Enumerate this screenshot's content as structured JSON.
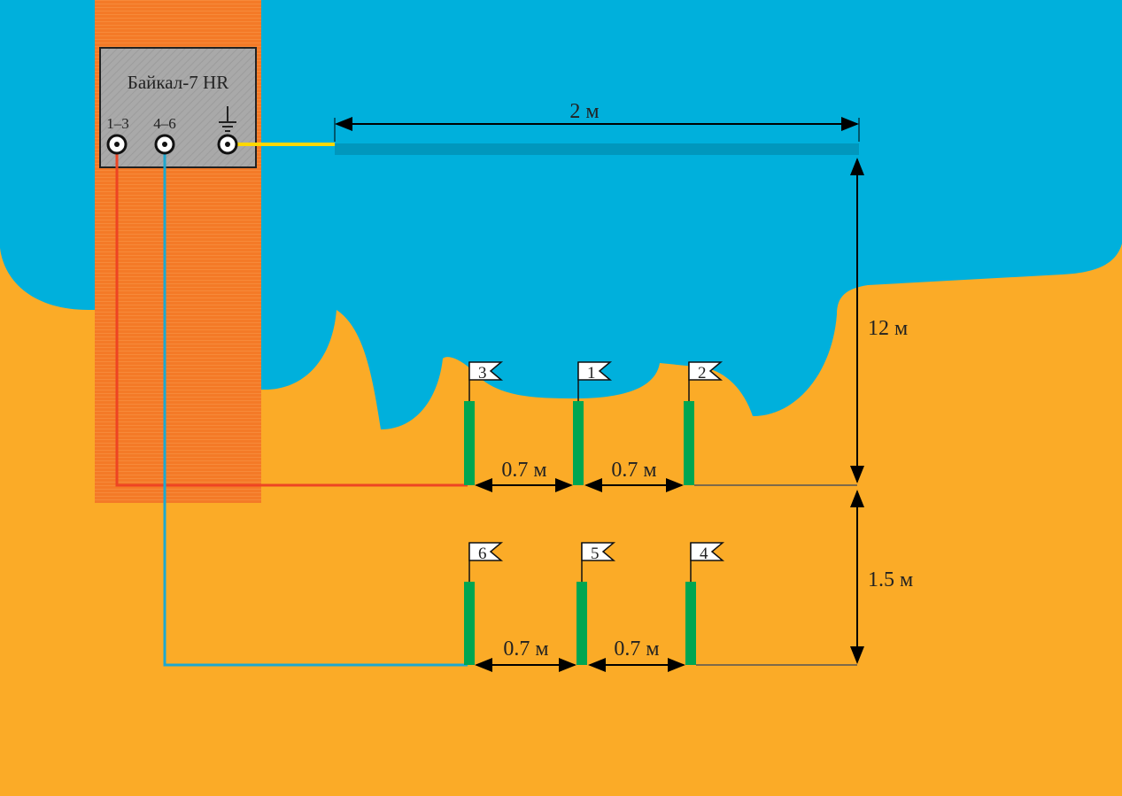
{
  "device": {
    "name": "Байкал-7 HR",
    "port_1": "1–3",
    "port_2": "4–6",
    "port_ground_icon": "ground-icon"
  },
  "dimensions": {
    "antenna_length": "2 м",
    "distance_to_array": "12 м",
    "row_spacing": "1.5 м",
    "sensor_spacing": "0.7 м"
  },
  "sensors_row1": [
    "3",
    "1",
    "2"
  ],
  "sensors_row2": [
    "6",
    "5",
    "4"
  ],
  "colors": {
    "water": "#00b0dc",
    "sand": "#fbab27",
    "pier": "#f47a27",
    "sensor": "#00a651",
    "cable_1": "#ee4423",
    "cable_2": "#1da8d0",
    "ground_wire": "#ffd700"
  }
}
